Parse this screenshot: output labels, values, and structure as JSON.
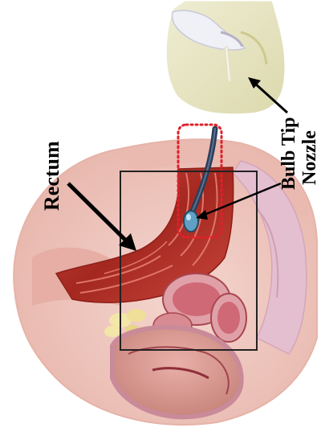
{
  "labels": {
    "rectum": "Rectum",
    "bulb_tip": "Bulb Tip",
    "nozzle": "Nozzle"
  },
  "colors": {
    "skin": "#efc9c2",
    "rectum_red": "#b8332c",
    "highlight_box": "#e0202a",
    "photo_bg": "#e9e6c2"
  }
}
